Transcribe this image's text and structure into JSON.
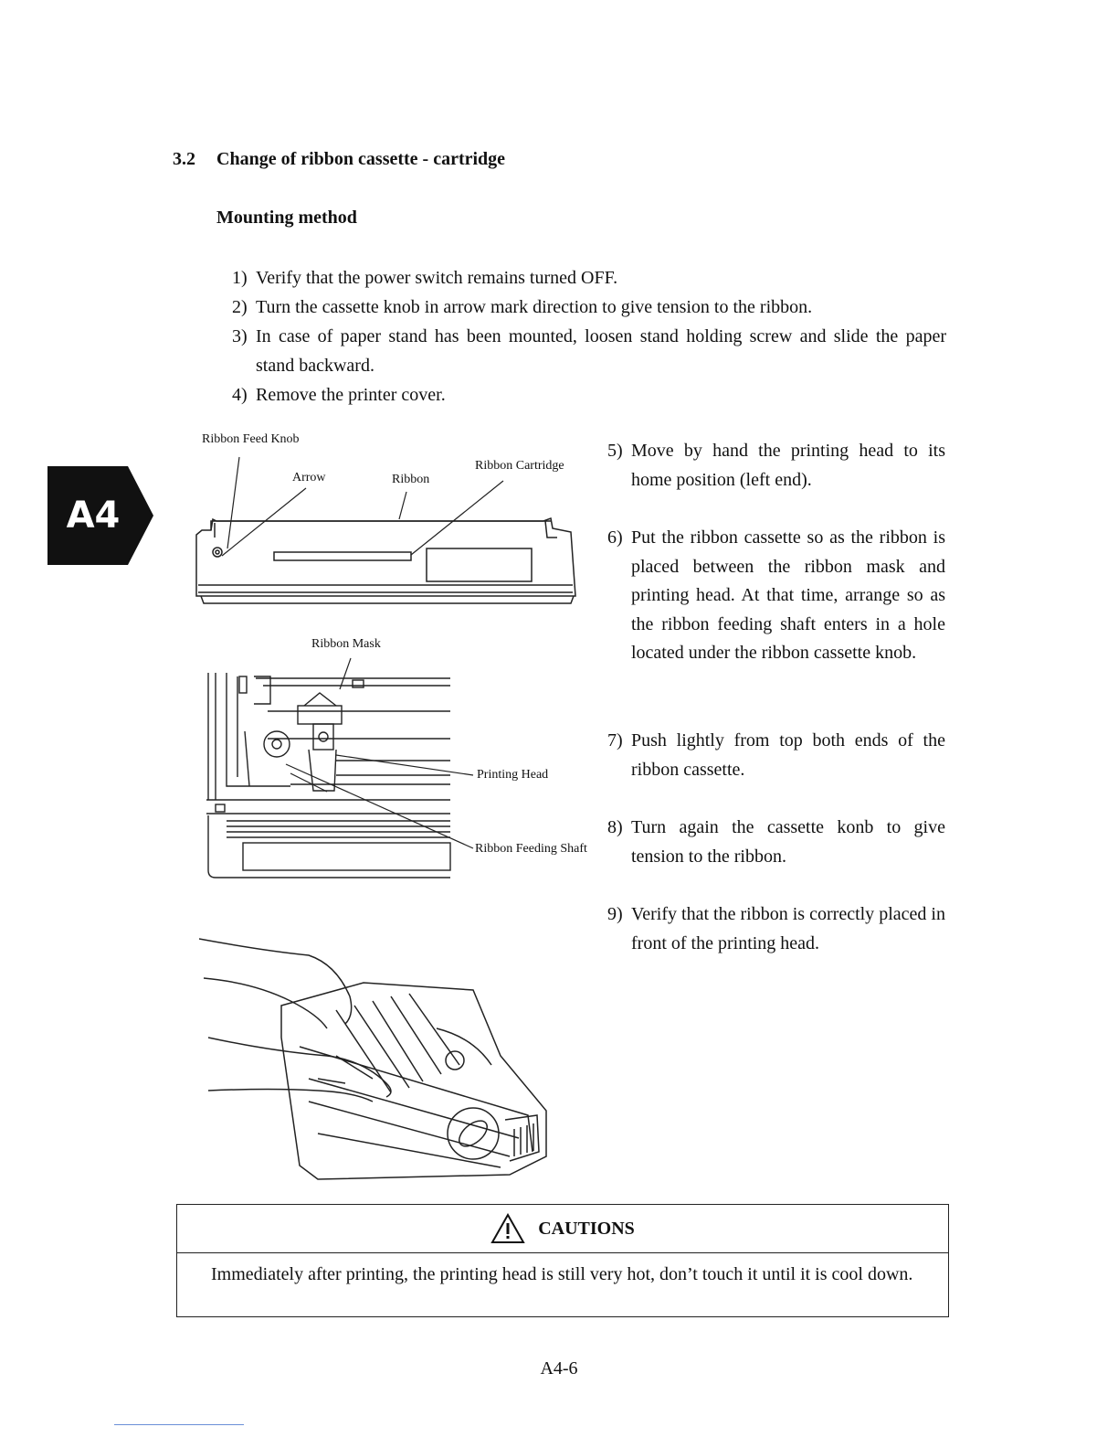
{
  "section": {
    "number": "3.2",
    "title": "Change of ribbon cassette - cartridge",
    "subtitle": "Mounting method"
  },
  "steps_top": [
    {
      "num": "1)",
      "text": "Verify that the power switch remains turned OFF."
    },
    {
      "num": "2)",
      "text": "Turn the cassette knob in arrow mark direction to give tension to the ribbon."
    },
    {
      "num": "3)",
      "text": "In case of paper stand has been mounted, loosen stand holding screw and slide the paper",
      "text2": "stand backward."
    },
    {
      "num": "4)",
      "text": "Remove the printer cover."
    }
  ],
  "steps_right": [
    {
      "num": "5)",
      "text": "Move by hand the printing head to its home position (left end)."
    },
    {
      "num": "6)",
      "text": "Put the ribbon cassette so as the ribbon is placed between the ribbon mask and printing head.  At that time, arrange so as the ribbon feeding shaft enters in a hole located under the ribbon cassette knob."
    },
    {
      "num": "7)",
      "text": "Push lightly from top both ends of the ribbon cassette."
    },
    {
      "num": "8)",
      "text": "Turn again the cassette konb to give tension to the ribbon."
    },
    {
      "num": "9)",
      "text": "Verify that the ribbon is correctly placed in front of the printing head."
    }
  ],
  "figure_labels": {
    "feed_knob": "Ribbon Feed Knob",
    "arrow": "Arrow",
    "ribbon": "Ribbon",
    "cartridge": "Ribbon Cartridge",
    "mask": "Ribbon Mask",
    "head": "Printing Head",
    "shaft": "Ribbon Feeding Shaft"
  },
  "side_tab": {
    "label": "A4",
    "color": "#111111"
  },
  "caution": {
    "icon": "warning-triangle-icon",
    "title": "CAUTIONS",
    "body": "Immediately after printing, the printing head is still very hot, don’t touch it until it is cool down."
  },
  "page_number": "A4-6"
}
